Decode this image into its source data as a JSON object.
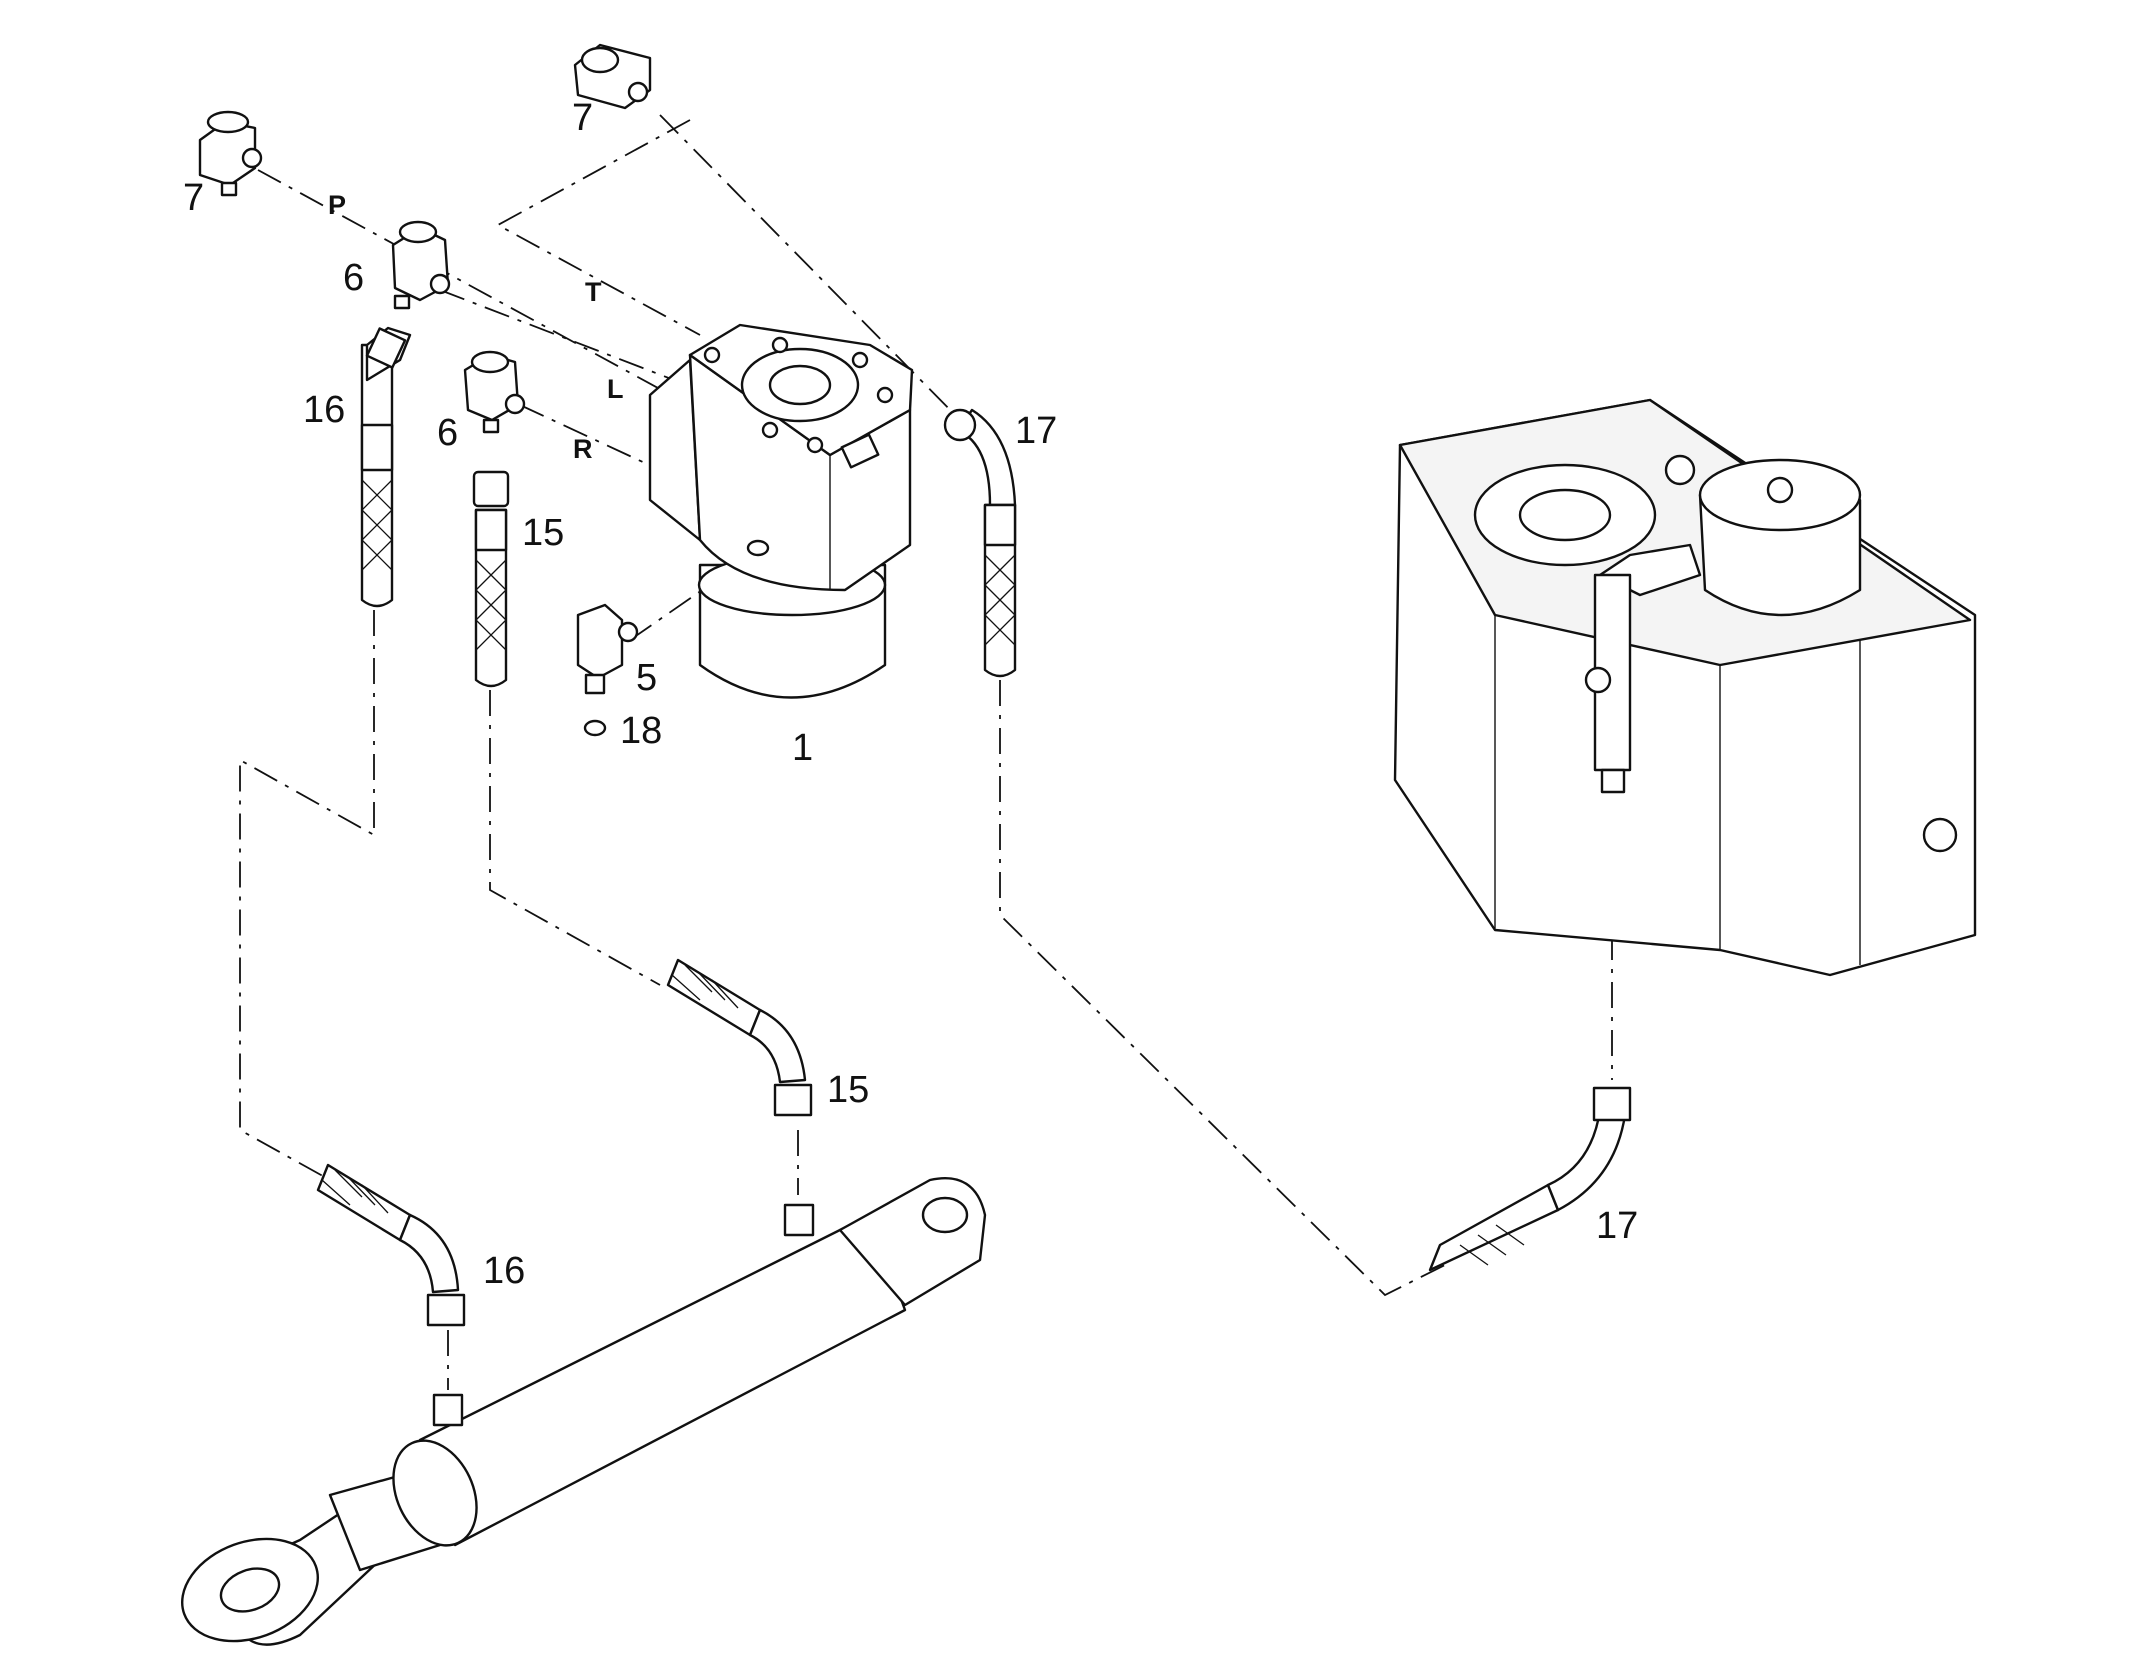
{
  "callouts": {
    "c1": "1",
    "c5": "5",
    "c6a": "6",
    "c6b": "6",
    "c7a": "7",
    "c7b": "7",
    "c15a": "15",
    "c15b": "15",
    "c16a": "16",
    "c16b": "16",
    "c17a": "17",
    "c17b": "17",
    "c18": "18"
  },
  "ports": {
    "p": "P",
    "t": "T",
    "l": "L",
    "r": "R"
  }
}
